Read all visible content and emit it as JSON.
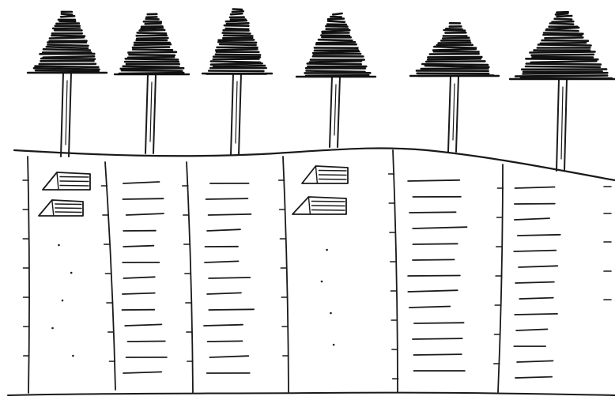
{
  "scene": {
    "tree_count": 6,
    "column_count": 6,
    "tent_count": 4,
    "colors": {
      "background": "#ffffff",
      "ink": "#1a1a1a",
      "foliage": "#111111"
    },
    "column_contents": [
      "tents",
      "dashes",
      "dashes",
      "tents",
      "dashes",
      "dashes"
    ]
  }
}
